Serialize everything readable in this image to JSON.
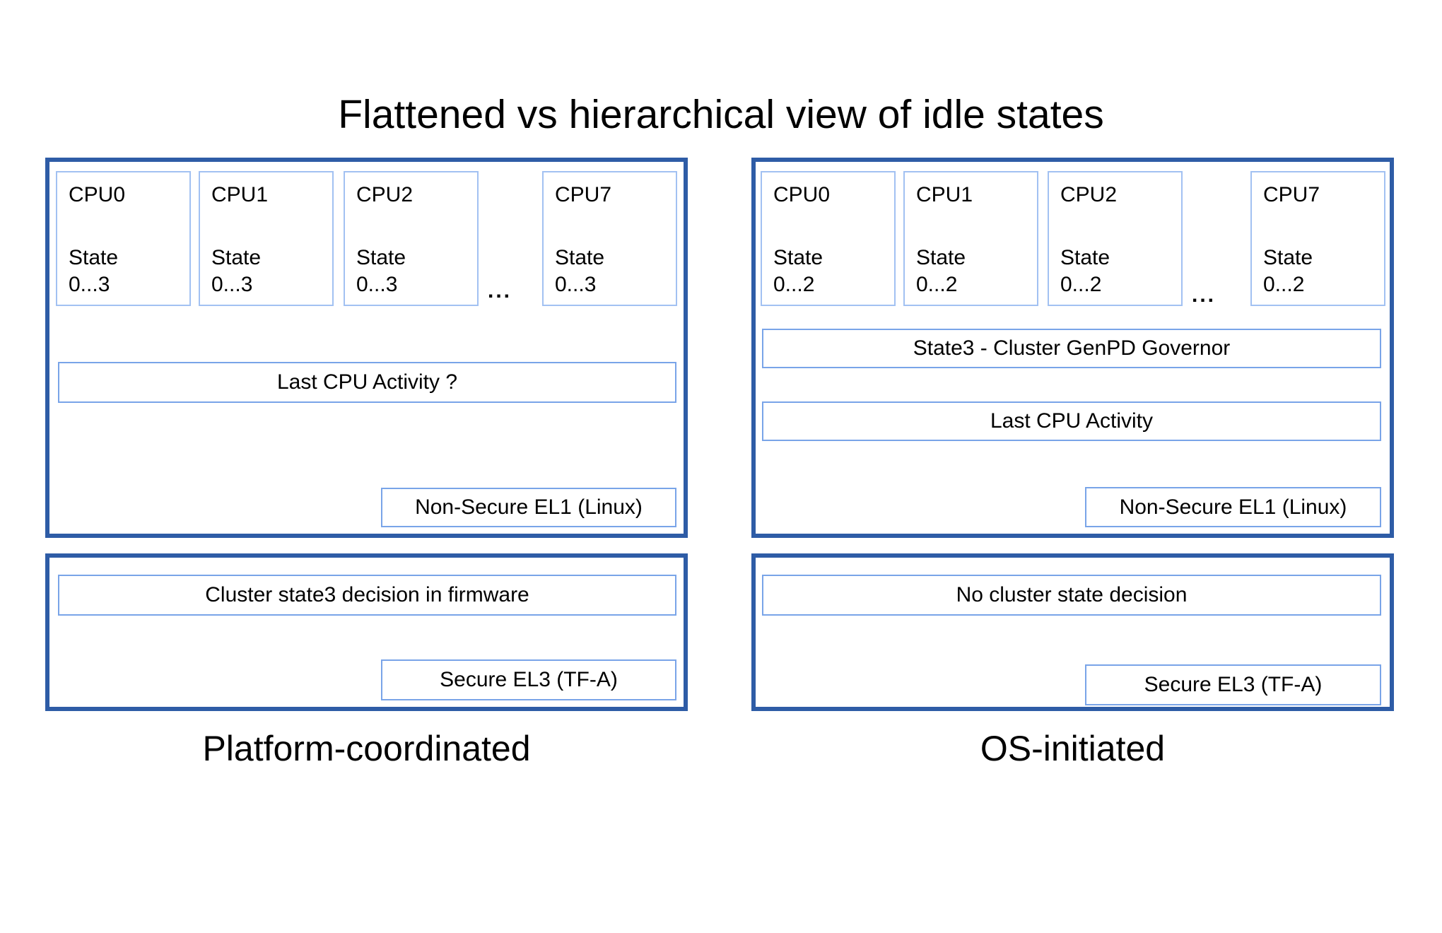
{
  "title": "Flattened vs hierarchical view of idle states",
  "colors": {
    "panel_border": "#2E5CA6",
    "cpu_box_border": "#A2C1F2",
    "row_box_border": "#79A4E8",
    "text": "#000000",
    "background": "#FFFFFF"
  },
  "platform_coordinated": {
    "label": "Platform-coordinated",
    "ellipsis": "...",
    "cpus": [
      {
        "name": "CPU0",
        "state_label": "State",
        "state_range": "0...3"
      },
      {
        "name": "CPU1",
        "state_label": "State",
        "state_range": "0...3"
      },
      {
        "name": "CPU2",
        "state_label": "State",
        "state_range": "0...3"
      },
      {
        "name": "CPU7",
        "state_label": "State",
        "state_range": "0...3"
      }
    ],
    "last_cpu_activity": "Last CPU Activity ?",
    "el1": "Non-Secure EL1 (Linux)",
    "firmware_decision": "Cluster state3 decision in firmware",
    "el3": "Secure EL3 (TF-A)"
  },
  "os_initiated": {
    "label": "OS-initiated",
    "ellipsis": "...",
    "cpus": [
      {
        "name": "CPU0",
        "state_label": "State",
        "state_range": "0...2"
      },
      {
        "name": "CPU1",
        "state_label": "State",
        "state_range": "0...2"
      },
      {
        "name": "CPU2",
        "state_label": "State",
        "state_range": "0...2"
      },
      {
        "name": "CPU7",
        "state_label": "State",
        "state_range": "0...2"
      }
    ],
    "state3_governor": "State3 - Cluster GenPD Governor",
    "last_cpu_activity": "Last CPU Activity",
    "el1": "Non-Secure EL1 (Linux)",
    "firmware_decision": "No cluster state decision",
    "el3": "Secure EL3 (TF-A)"
  }
}
